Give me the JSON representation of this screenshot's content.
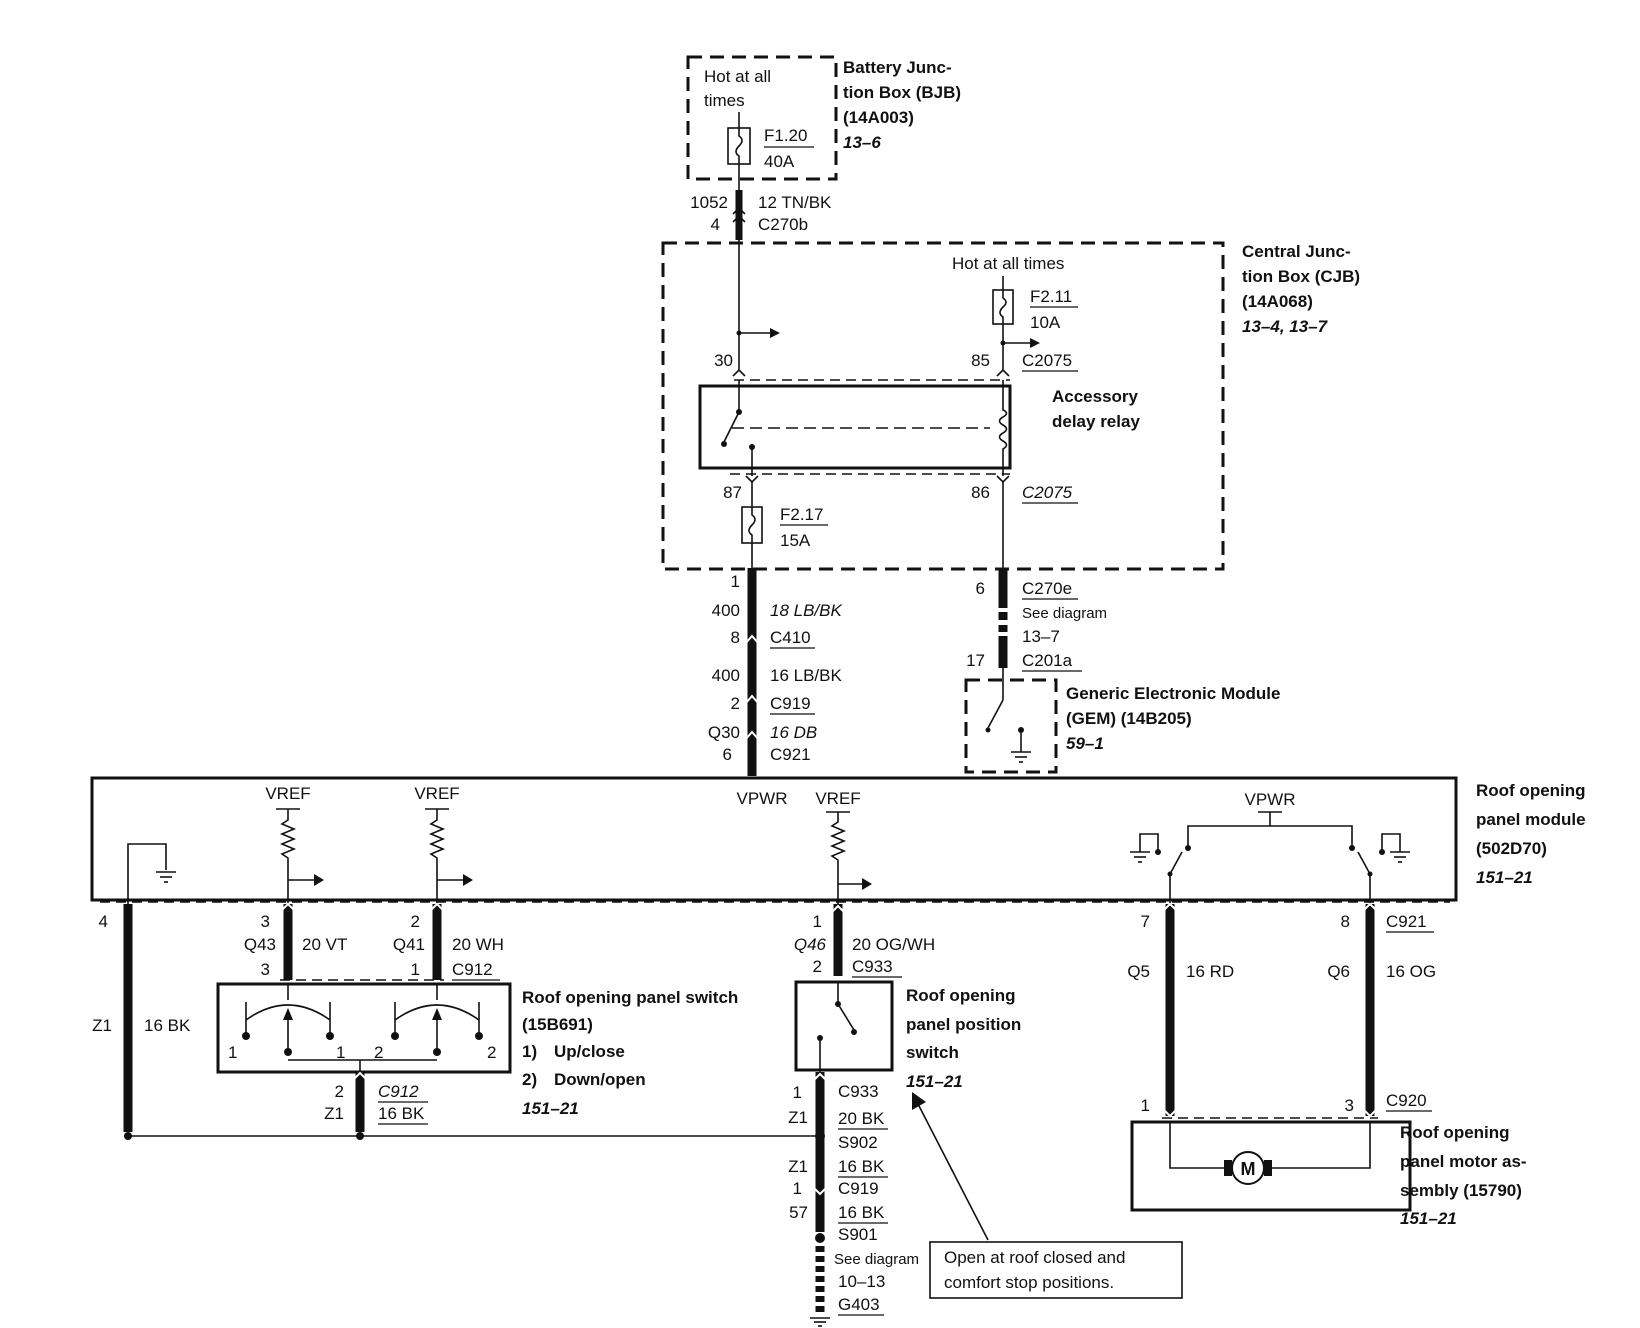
{
  "bjb": {
    "hot": [
      "Hot at all",
      "times"
    ],
    "fuse_id": "F1.20",
    "fuse_rating": "40A",
    "name": [
      "Battery Junc-",
      "tion Box (BJB)",
      "(14A003)"
    ],
    "ref": "13–6"
  },
  "feed_wire": {
    "circuit": "1052",
    "spec": "12 TN/BK",
    "pin": "4",
    "connector": "C270b"
  },
  "cjb": {
    "hot": "Hot at all times",
    "fuse_a_id": "F2.11",
    "fuse_a_rating": "10A",
    "fuse_b_id": "F2.17",
    "fuse_b_rating": "15A",
    "name": [
      "Central Junc-",
      "tion Box (CJB)",
      "(14A068)"
    ],
    "ref": "13–4, 13–7"
  },
  "relay": {
    "name": [
      "Accessory",
      "delay relay"
    ],
    "pin30": "30",
    "pin85": "85",
    "pin87": "87",
    "pin86": "86",
    "conn_top": "C2075",
    "conn_bot": "C2075"
  },
  "vpwr_feed": {
    "pin_a": "1",
    "circ_a": "400",
    "spec_a": "18 LB/BK",
    "pin_b": "8",
    "conn_b": "C410",
    "circ_c": "400",
    "spec_c": "16 LB/BK",
    "pin_d": "2",
    "conn_d": "C919",
    "circ_e": "Q30",
    "spec_e": "16 DB",
    "pin_f": "6",
    "conn_f": "C921"
  },
  "gem_feed": {
    "pin_a": "6",
    "conn_a": "C270e",
    "see": "See diagram",
    "see_ref": "13–7",
    "pin_b": "17",
    "conn_b": "C201a"
  },
  "gem": {
    "name": [
      "Generic Electronic Module",
      "(GEM) (14B205)"
    ],
    "ref": "59–1"
  },
  "module": {
    "vref_1": "VREF",
    "vref_2": "VREF",
    "vref_3": "VREF",
    "vpwr_in": "VPWR",
    "vpwr_int": "VPWR",
    "name": [
      "Roof opening",
      "panel module",
      "(502D70)"
    ],
    "ref": "151–21"
  },
  "ground_circuit": {
    "pin": "4",
    "circuit": "Z1",
    "spec": "16 BK"
  },
  "switch_wires": {
    "w1_pin": "3",
    "w1_circuit": "Q43",
    "w1_spec": "20 VT",
    "w1_pin_b": "3",
    "w2_pin": "2",
    "w2_circuit": "Q41",
    "w2_spec": "20 WH",
    "w2_pin_b": "1",
    "connector": "C912"
  },
  "panel_switch": {
    "name": [
      "Roof opening panel switch",
      "(15B691)"
    ],
    "pos1_num": "1)",
    "pos1": "Up/close",
    "pos2_num": "2)",
    "pos2": "Down/open",
    "ref": "151–21",
    "term_l1": "1",
    "term_l2": "1",
    "term_r1": "2",
    "term_r2": "2",
    "gnd_pin": "2",
    "gnd_conn": "C912",
    "gnd_circuit": "Z1",
    "gnd_spec": "16 BK"
  },
  "position_wire": {
    "pin_a": "1",
    "circuit": "Q46",
    "spec": "20 OG/WH",
    "pin_b": "2",
    "connector": "C933"
  },
  "position_switch": {
    "name": [
      "Roof opening",
      "panel position",
      "switch"
    ],
    "ref": "151–21"
  },
  "ground_path": {
    "pin_a": "1",
    "conn_a": "C933",
    "circ_a": "Z1",
    "spec_a": "20 BK",
    "splice_a": "S902",
    "circ_b": "Z1",
    "spec_b": "16 BK",
    "pin_c": "1",
    "conn_c": "C919",
    "spec_c": "16 BK",
    "circ_d": "57",
    "splice_d": "S901",
    "see": "See diagram",
    "see_ref": "10–13",
    "ground": "G403"
  },
  "note": [
    "Open at roof closed and",
    "comfort stop positions."
  ],
  "motor_wires": {
    "pin_a": "7",
    "pin_b": "8",
    "conn_top": "C921",
    "circ_a": "Q5",
    "spec_a": "16 RD",
    "circ_b": "Q6",
    "spec_b": "16 OG",
    "pin_c": "1",
    "pin_d": "3",
    "conn_bot": "C920"
  },
  "motor": {
    "symbol": "M",
    "name": [
      "Roof opening",
      "panel motor as-",
      "sembly (15790)"
    ],
    "ref": "151–21"
  }
}
